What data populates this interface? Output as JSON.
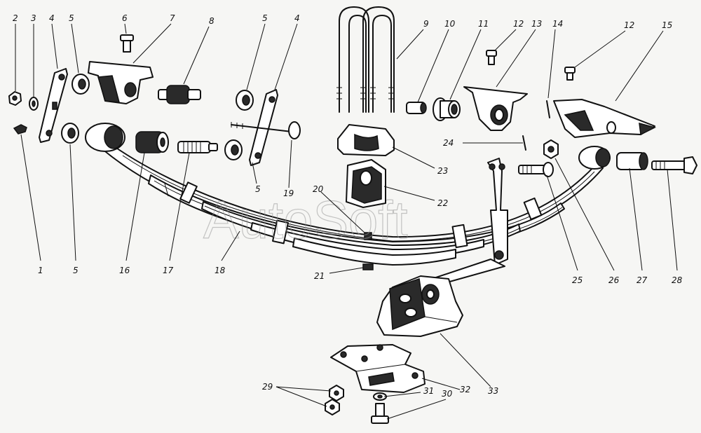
{
  "watermark": "AutoSoft",
  "callouts": [
    "1",
    "2",
    "3",
    "4",
    "5",
    "6",
    "7",
    "8",
    "9",
    "10",
    "11",
    "12",
    "13",
    "14",
    "15",
    "16",
    "17",
    "18",
    "19",
    "20",
    "21",
    "22",
    "23",
    "24",
    "25",
    "26",
    "27",
    "28",
    "29",
    "30",
    "31",
    "32",
    "33"
  ],
  "colors": {
    "ink": "#111111",
    "paper": "#f6f6f4",
    "shade": "#2a2a2a",
    "watermark": "#999999"
  }
}
